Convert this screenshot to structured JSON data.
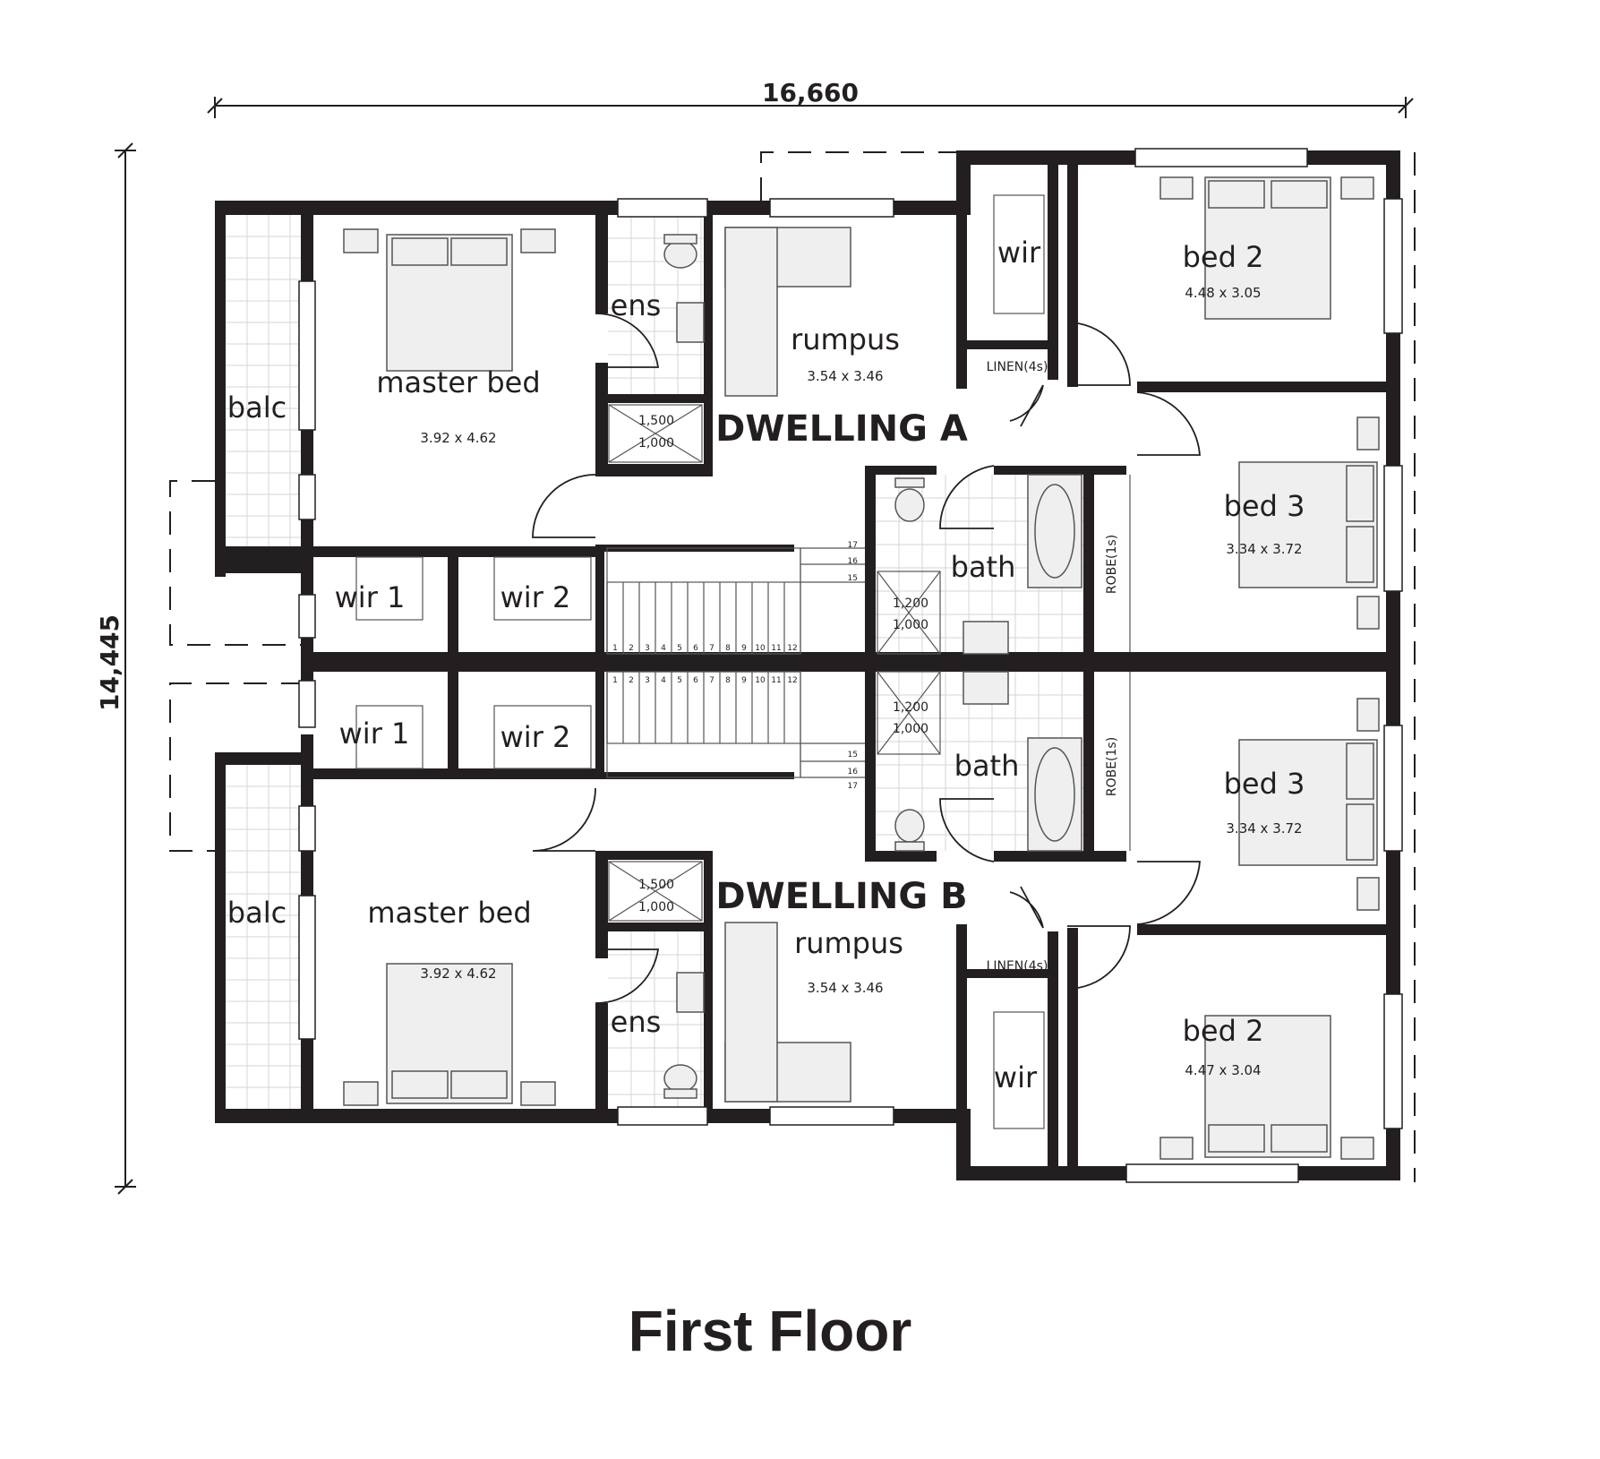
{
  "overall_width": "16,660",
  "overall_depth": "14,445",
  "floor_title": "First Floor",
  "dwelling_a": {
    "label": "DWELLING A",
    "master_bed": {
      "name": "master bed",
      "size": "3.92 x 4.62"
    },
    "balc": "balc",
    "ens": "ens",
    "shower": {
      "w": "1,500",
      "d": "1,000"
    },
    "wir1": "wir 1",
    "wir2": "wir 2",
    "rumpus": {
      "name": "rumpus",
      "size": "3.54 x 3.46"
    },
    "wir": "wir",
    "linen": "LINEN(4s)",
    "bed2": {
      "name": "bed 2",
      "size": "4.48 x 3.05"
    },
    "bed3": {
      "name": "bed 3",
      "size": "3.34 x 3.72"
    },
    "bath": "bath",
    "bath_shower": {
      "w": "1,200",
      "d": "1,000"
    },
    "robe": "ROBE(1s)"
  },
  "dwelling_b": {
    "label": "DWELLING B",
    "master_bed": {
      "name": "master bed",
      "size": "3.92 x 4.62"
    },
    "balc": "balc",
    "ens": "ens",
    "shower": {
      "w": "1,500",
      "d": "1,000"
    },
    "wir1": "wir 1",
    "wir2": "wir 2",
    "rumpus": {
      "name": "rumpus",
      "size": "3.54 x 3.46"
    },
    "wir": "wir",
    "linen": "LINEN(4s)",
    "bed2": {
      "name": "bed 2",
      "size": "4.47 x 3.04"
    },
    "bed3": {
      "name": "bed 3",
      "size": "3.34 x 3.72"
    },
    "bath": "bath",
    "bath_shower": {
      "w": "1,200",
      "d": "1,000"
    },
    "robe": "ROBE(1s)"
  },
  "stair_steps_upper": [
    "17",
    "16",
    "15"
  ],
  "stair_steps_lower": [
    "15",
    "16",
    "17"
  ],
  "stair_steps_main": [
    "1",
    "2",
    "3",
    "4",
    "5",
    "6",
    "7",
    "8",
    "9",
    "10",
    "11",
    "12"
  ]
}
